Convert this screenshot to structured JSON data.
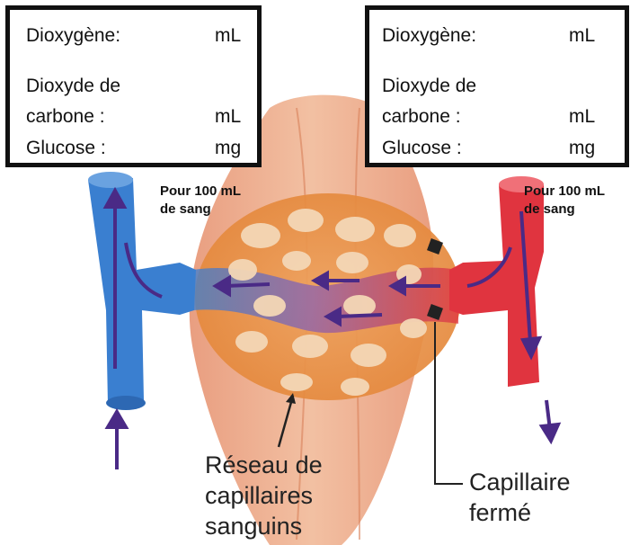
{
  "left_box": {
    "oxygen": "Dioxygène:",
    "oxygen_unit": "mL",
    "co2_line1": "Dioxyde de",
    "co2_line2": "carbone   :",
    "co2_unit": "mL",
    "glucose": "Glucose :",
    "glucose_unit": "mg"
  },
  "right_box": {
    "oxygen": "Dioxygène:",
    "oxygen_unit": "mL",
    "co2_line1": "Dioxyde de",
    "co2_line2": "carbone   :",
    "co2_unit": "mL",
    "glucose": "Glucose :",
    "glucose_unit": "mg"
  },
  "per_100_left": {
    "line1": "Pour 100 mL",
    "line2": "de sang"
  },
  "per_100_right": {
    "line1": "Pour 100 mL",
    "line2": "de sang"
  },
  "labels": {
    "network_line1": "Réseau de",
    "network_line2": "capillaires",
    "network_line3": "sanguins",
    "closed_capillary": "Capillaire fermé"
  },
  "colors": {
    "vein_blue": "#3a7fd0",
    "artery_red": "#e0343f",
    "muscle": "#e9a07b",
    "network": "#e79a55",
    "arrow": "#4a2a86"
  }
}
